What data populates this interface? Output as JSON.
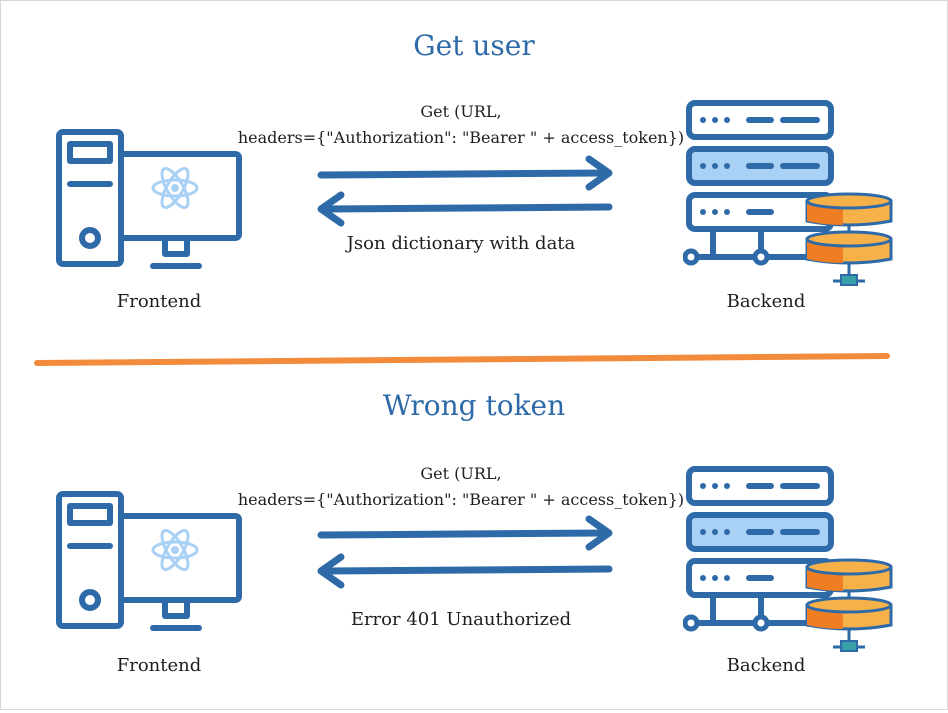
{
  "panels": [
    {
      "title": "Get user",
      "request_line1": "Get (URL,",
      "request_line2": "headers={\"Authorization\": \"Bearer \" + access_token})",
      "response": "Json dictionary with data",
      "frontend_label": "Frontend",
      "backend_label": "Backend"
    },
    {
      "title": "Wrong token",
      "request_line1": "Get (URL,",
      "request_line2": "headers={\"Authorization\": \"Bearer \" + access_token})",
      "response": "Error 401 Unauthorized",
      "frontend_label": "Frontend",
      "backend_label": "Backend"
    }
  ],
  "colors": {
    "blue": "#2e6aa8",
    "light_blue": "#a9d0f5",
    "orange_dark": "#ef7d22",
    "orange_light": "#f7b149",
    "divider": "#f28b3b",
    "teal": "#3aa0a8"
  },
  "icons": {
    "frontend": "desktop-computer-react-icon",
    "backend": "server-database-icon"
  }
}
